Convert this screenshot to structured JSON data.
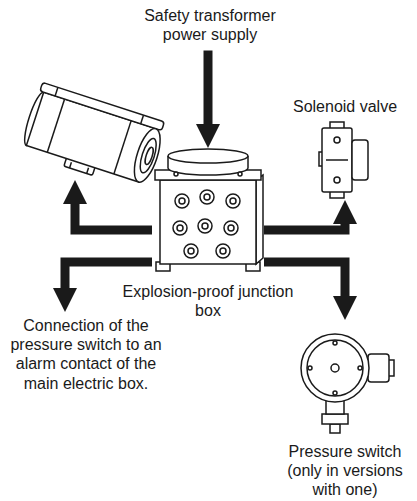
{
  "diagram": {
    "nodes": [
      {
        "text": [
          "Safety transformer power supply"
        ]
      },
      {
        "text": [
          "Solenoid valve"
        ]
      },
      {
        "text": [
          "Explosion-proof junction box"
        ]
      },
      {
        "text": [
          "Connection of the pressure switch to an alarm contact of the main electric box."
        ]
      },
      {
        "text": [
          "Pressure switch (only in versions with one)"
        ]
      }
    ],
    "edges": [
      {
        "from": 0,
        "to": 2,
        "arrow": "to"
      },
      {
        "from": 2,
        "to": 1,
        "arrow": "to"
      },
      {
        "from": 2,
        "to": 3,
        "arrow": "to"
      },
      {
        "from": 2,
        "to": 4,
        "arrow": "to"
      }
    ]
  }
}
